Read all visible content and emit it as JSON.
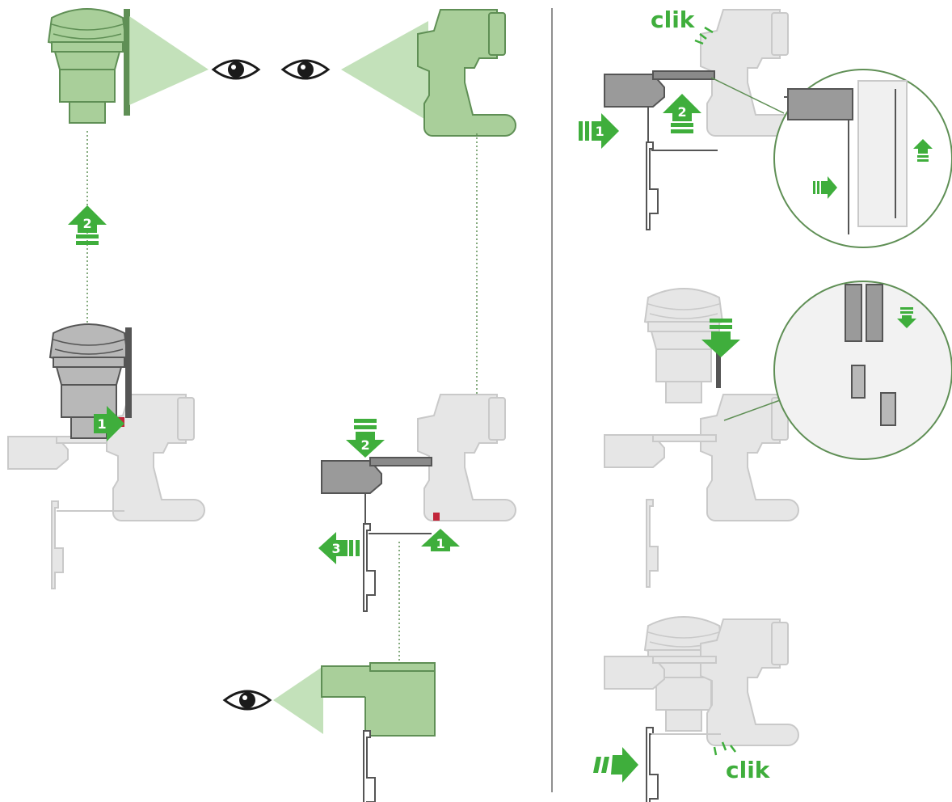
{
  "colors": {
    "green_fill": "#a9cf9a",
    "green_stroke": "#5f8f55",
    "green_accent": "#3fae3c",
    "green_light": "#d4ebcc",
    "gray_dark": "#8a8a8a",
    "gray_mid": "#b8b8b8",
    "ghost": "#e6e6e6",
    "ghost_stroke": "#c9c9c9",
    "red": "#c2263a",
    "black": "#1a1a1a"
  },
  "icons": {
    "eye": "eye-icon",
    "up_arrow": "up-arrow-icon",
    "down_arrow": "down-arrow-icon",
    "right_arrow": "right-arrow-icon",
    "left_arrow": "left-arrow-icon",
    "click": "click-sound-icon"
  },
  "labels": {
    "clik_top": "clik",
    "clik_bottom": "clik"
  },
  "steps": {
    "left_up": "2",
    "left_right": "1",
    "mid_down": "2",
    "mid_left": "3",
    "mid_up": "1",
    "right_in": "1",
    "right_up": "2"
  }
}
